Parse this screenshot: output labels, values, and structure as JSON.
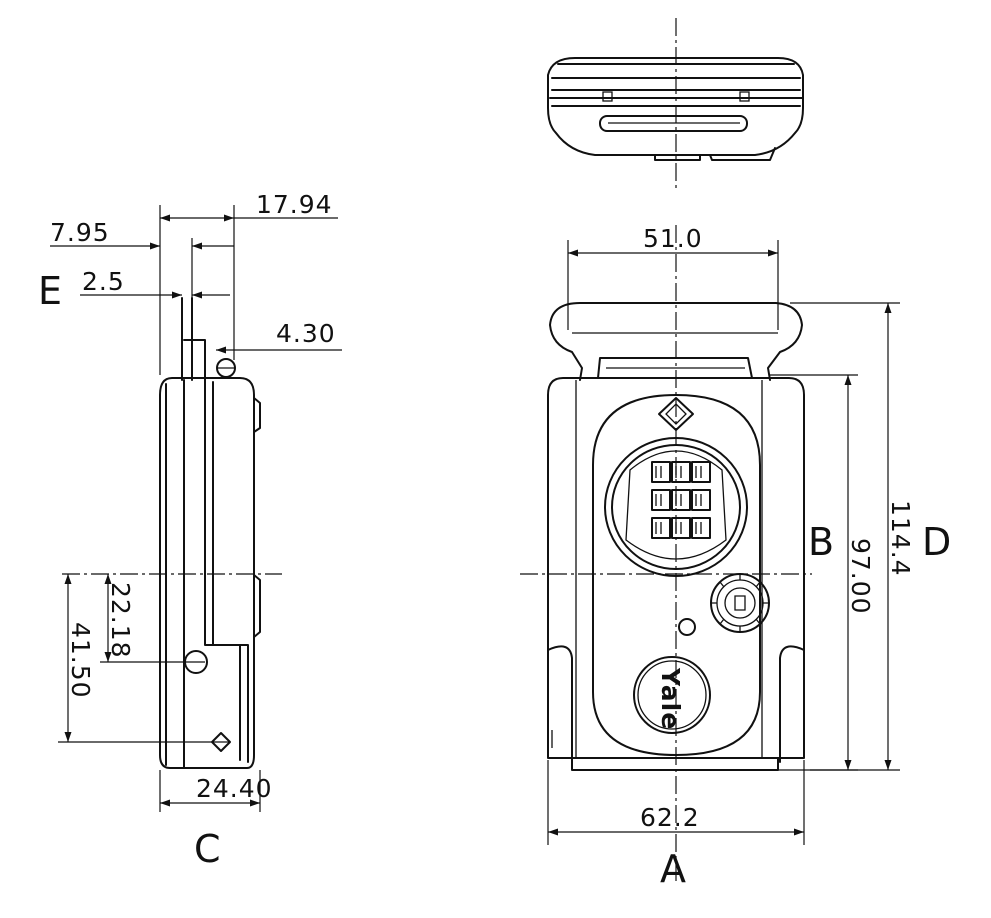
{
  "dimensions": {
    "d_17_94": "17.94",
    "d_7_95": "7.95",
    "d_2_5": "2.5",
    "d_4_30": "4.30",
    "d_22_18": "22.18",
    "d_41_50": "41.50",
    "d_24_40": "24.40",
    "d_51_0": "51.0",
    "d_62_2": "62.2",
    "d_97_00": "97.00",
    "d_114_4": "114.4"
  },
  "view_labels": {
    "a": "A",
    "b": "B",
    "c": "C",
    "d": "D",
    "e": "E"
  },
  "logo_text": "Yale"
}
